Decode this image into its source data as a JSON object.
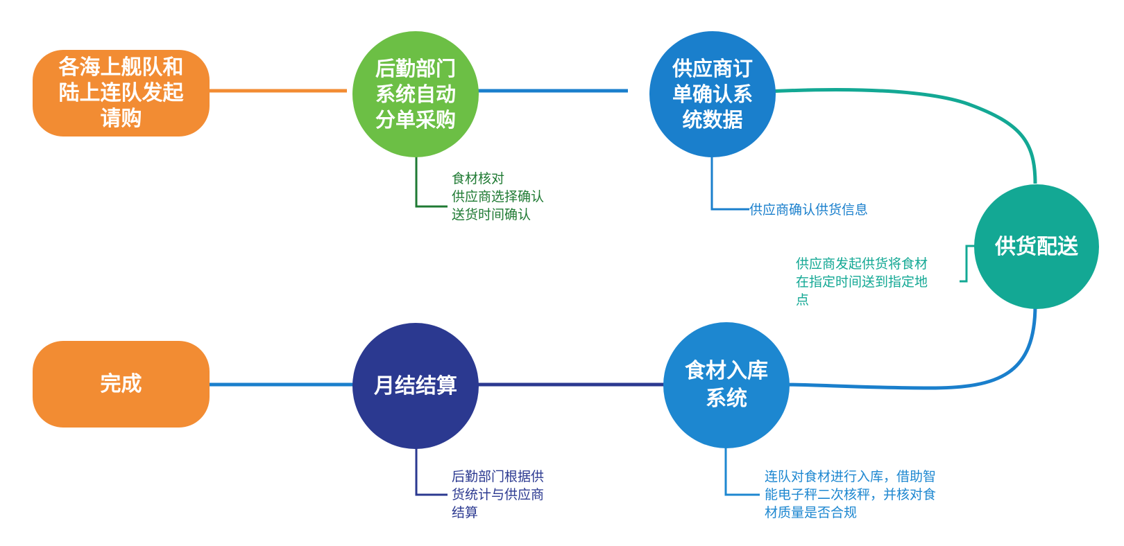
{
  "nodes": {
    "request": {
      "label": "各海上舰队和\n陆上连队发起\n请购",
      "color": "#F28C33"
    },
    "split": {
      "label": "后勤部门\n系统自动\n分单采购",
      "color": "#6CBF45"
    },
    "confirm": {
      "label": "供应商订\n单确认系\n统数据",
      "color": "#1A7FCC"
    },
    "delivery": {
      "label": "供货配送",
      "color": "#13A894"
    },
    "warehouse": {
      "label": "食材入库\n系统",
      "color": "#1D87D0"
    },
    "settle": {
      "label": "月结结算",
      "color": "#2B3990"
    },
    "done": {
      "label": "完成",
      "color": "#F28C33"
    }
  },
  "notes": {
    "split": {
      "text": "食材核对\n供应商选择确认\n送货时间确认",
      "color": "#1F7A33"
    },
    "confirm": {
      "text": "供应商确认供货信息",
      "color": "#1A7FCC"
    },
    "delivery": {
      "text": "供应商发起供货将食材\n在指定时间送到指定地\n点",
      "color": "#13A894"
    },
    "warehouse": {
      "text": "连队对食材进行入库，借助智\n能电子秤二次核秤，并核对食\n材质量是否合规",
      "color": "#1D87D0"
    },
    "settle": {
      "text": "后勤部门根据供\n货统计与供应商\n结算",
      "color": "#2B3990"
    }
  },
  "connector_colors": {
    "request_split": "#F28C33",
    "split_confirm": "#1A7FCC",
    "curve_top": "#13A894",
    "curve_bottom": "#1A7FCC",
    "warehouse_settle": "#2B3990",
    "settle_done": "#1A7FCC",
    "note_split": "#1F7A33",
    "note_confirm": "#1A7FCC",
    "note_delivery": "#13A894",
    "note_warehouse": "#1D87D0",
    "note_settle": "#2B3990"
  }
}
